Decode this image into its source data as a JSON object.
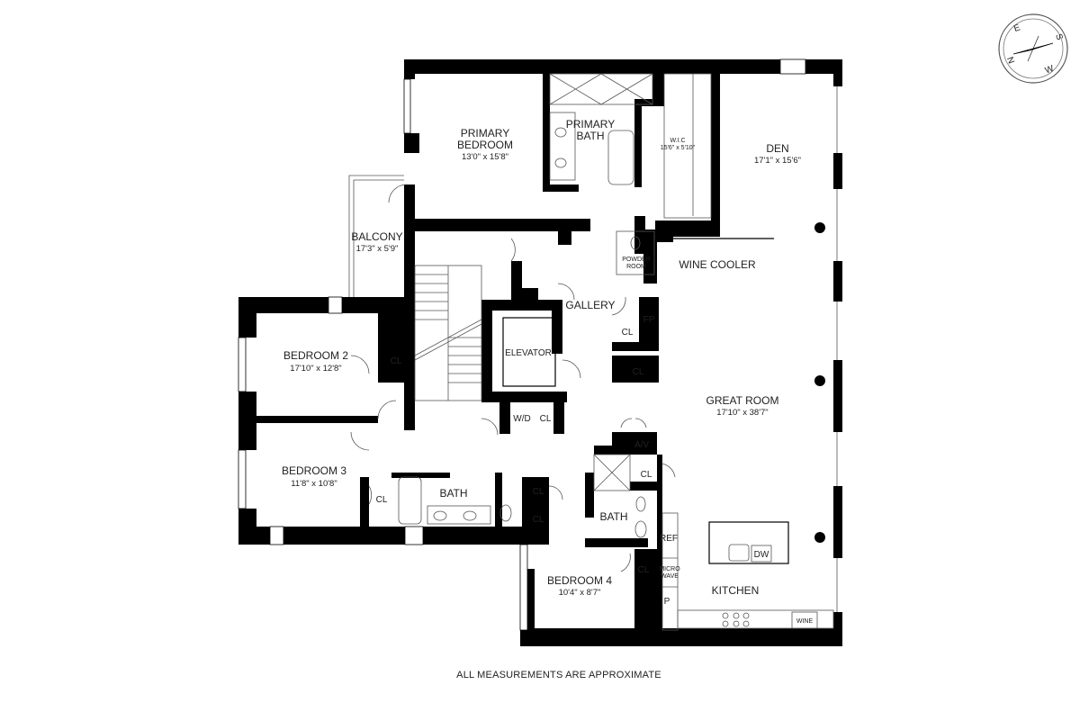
{
  "rooms": {
    "primary_bedroom": {
      "name_line1": "PRIMARY",
      "name_line2": "BEDROOM",
      "dims": "13'0\" x 15'8\""
    },
    "primary_bath": {
      "name_line1": "PRIMARY",
      "name_line2": "BATH"
    },
    "wic": {
      "name": "W.I.C",
      "dims": "15'6\" x 5'10\""
    },
    "den": {
      "name": "DEN",
      "dims": "17'1\" x 15'6\""
    },
    "balcony": {
      "name": "BALCONY",
      "dims": "17'3\" x 5'9\""
    },
    "powder_room": {
      "name_line1": "POWDER",
      "name_line2": "ROOM"
    },
    "wine_cooler": {
      "name": "WINE COOLER"
    },
    "gallery": {
      "name": "GALLERY"
    },
    "bedroom2": {
      "name": "BEDROOM 2",
      "dims": "17'10\" x 12'8\""
    },
    "elevator": {
      "name": "ELEVATOR"
    },
    "great_room": {
      "name": "GREAT ROOM",
      "dims": "17'10\" x 38'7\""
    },
    "bedroom3": {
      "name": "BEDROOM 3",
      "dims": "11'8\" x 10'8\""
    },
    "bath_main": {
      "name": "BATH"
    },
    "bath_small": {
      "name": "BATH"
    },
    "bedroom4": {
      "name": "BEDROOM 4",
      "dims": "10'4\" x 8'7\""
    },
    "kitchen": {
      "name": "KITCHEN"
    }
  },
  "fixtures": {
    "closet": "CL",
    "fireplace": "FP",
    "washer_dryer": "W/D",
    "av": "A/V",
    "refrigerator": "REF",
    "microwave_line1": "MICRO",
    "microwave_line2": "WAVE",
    "pantry": "P",
    "dishwasher": "DW",
    "wine": "WINE"
  },
  "compass": {
    "n": "N",
    "e": "E",
    "s": "S",
    "w": "W"
  },
  "footer": {
    "note": "ALL MEASUREMENTS ARE APPROXIMATE"
  }
}
